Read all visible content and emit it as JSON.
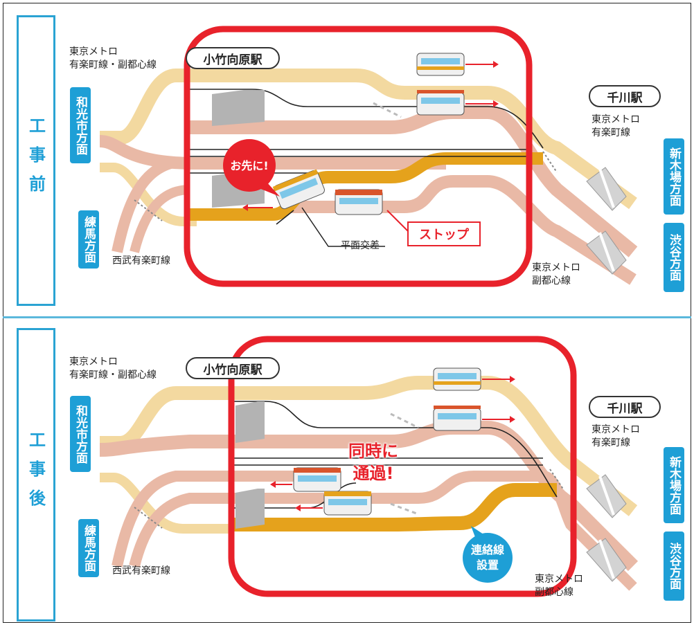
{
  "panels": {
    "before": {
      "label": "工事前",
      "station_a": "小竹向原駅",
      "station_b": "千川駅",
      "line_top_left": "東京メトロ\n有楽町線・副都心線",
      "line_right_top": "東京メトロ\n有楽町線",
      "line_right_bottom": "東京メトロ\n副都心線",
      "line_bottom_left": "西武有楽町線",
      "dir_wako": "和光市方面",
      "dir_nerima": "練馬方面",
      "dir_shinkiba": "新木場方面",
      "dir_shibuya": "渋谷方面",
      "callout": "お先に!",
      "stop": "ストップ",
      "crossing": "平面交差"
    },
    "after": {
      "label": "工事後",
      "station_a": "小竹向原駅",
      "station_b": "千川駅",
      "line_top_left": "東京メトロ\n有楽町線・副都心線",
      "line_right_top": "東京メトロ\n有楽町線",
      "line_right_bottom": "東京メトロ\n副都心線",
      "line_bottom_left": "西武有楽町線",
      "dir_wako": "和光市方面",
      "dir_nerima": "練馬方面",
      "dir_shinkiba": "新木場方面",
      "dir_shibuya": "渋谷方面",
      "simultaneous": "同時に\n通過!",
      "connection": "連絡線\n設置"
    }
  },
  "colors": {
    "frame_red": "#e8222b",
    "badge_blue": "#1e9fd6",
    "track_light": "#f3d9a0",
    "track_pink": "#e9b9a6",
    "track_gold": "#e5a21c",
    "train_orange": "#d9542b"
  }
}
